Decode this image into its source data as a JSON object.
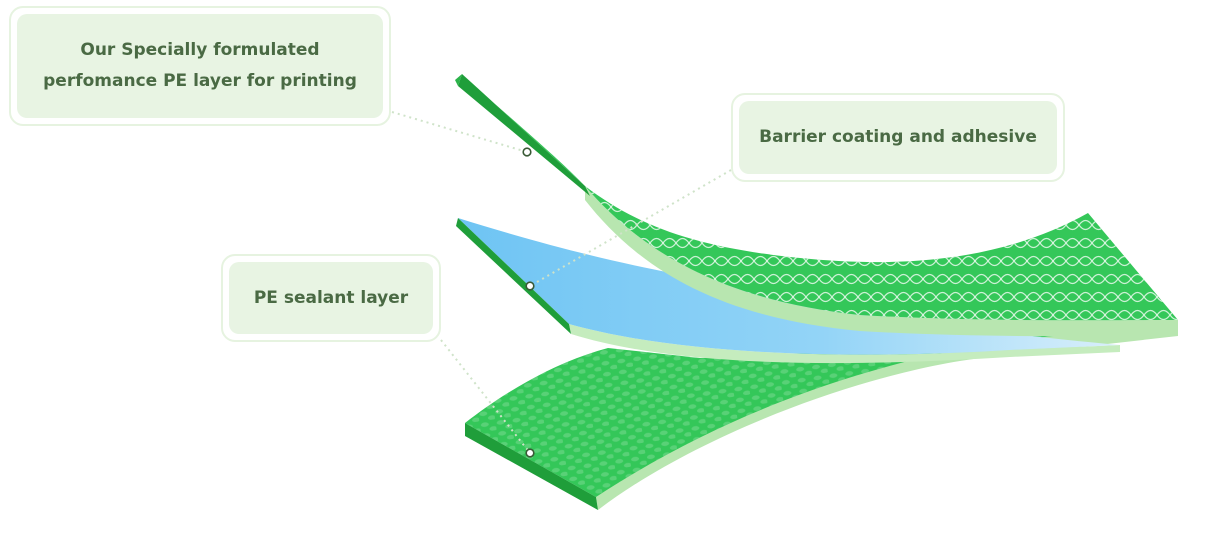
{
  "callouts": {
    "printing_layer": {
      "line1": "Our Specially formulated",
      "line2": "perfomance PE layer for printing"
    },
    "barrier_layer": {
      "text": "Barrier coating and adhesive"
    },
    "sealant_layer": {
      "text": "PE sealant layer"
    }
  },
  "colors": {
    "layer_green": "#34c759",
    "layer_green_dark": "#1f9e3a",
    "layer_edge_light": "#b8e6b0",
    "barrier_blue": "#7fcbf5",
    "callout_fill": "#e8f4e3",
    "callout_border": "#e6f3e0",
    "callout_text": "#4a6a44",
    "leader_line": "#cfe3c9"
  }
}
